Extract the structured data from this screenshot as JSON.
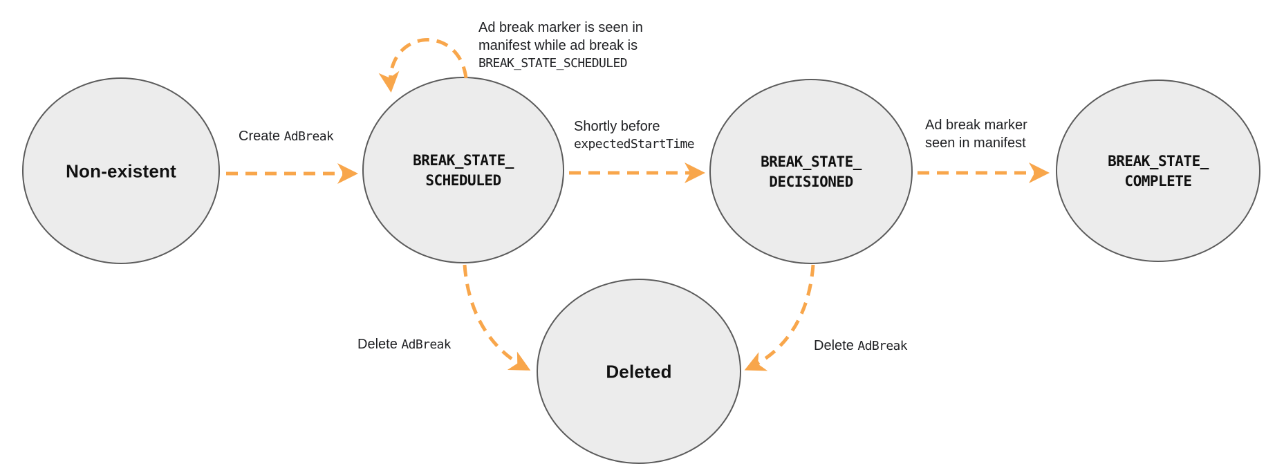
{
  "diagram": {
    "type": "state-transition-diagram"
  },
  "colors": {
    "arrow_orange": "#F8A64B",
    "circle_fill": "#ECECEC",
    "circle_stroke": "#5B5B5B",
    "text": "#202124"
  },
  "states": {
    "non_existent": {
      "label": "Non-existent"
    },
    "scheduled": {
      "line1": "BREAK_STATE_",
      "line2": "SCHEDULED"
    },
    "decisioned": {
      "line1": "BREAK_STATE_",
      "line2": "DECISIONED"
    },
    "complete": {
      "line1": "BREAK_STATE_",
      "line2": "COMPLETE"
    },
    "deleted": {
      "label": "Deleted"
    }
  },
  "transitions": {
    "create": {
      "prefix": "Create ",
      "code": "AdBreak"
    },
    "self_loop": {
      "line1": "Ad break marker is seen in",
      "line2": "manifest while ad break is",
      "line3": "BREAK_STATE_SCHEDULED"
    },
    "shortly": {
      "line1": "Shortly before",
      "code": "expectedStartTime"
    },
    "marker_seen": {
      "line1": "Ad break marker",
      "line2": "seen in manifest"
    },
    "delete_left": {
      "prefix": "Delete ",
      "code": "AdBreak"
    },
    "delete_right": {
      "prefix": "Delete ",
      "code": "AdBreak"
    }
  }
}
